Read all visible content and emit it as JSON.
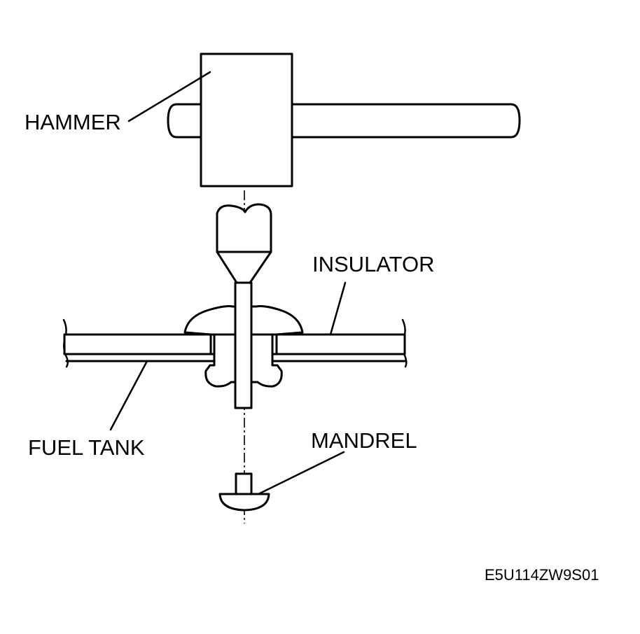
{
  "labels": {
    "hammer": "HAMMER",
    "insulator": "INSULATOR",
    "fuel_tank": "FUEL TANK",
    "mandrel": "MANDREL"
  },
  "figure_code": "E5U114ZW9S01",
  "colors": {
    "line": "#000000",
    "background": "#ffffff"
  }
}
